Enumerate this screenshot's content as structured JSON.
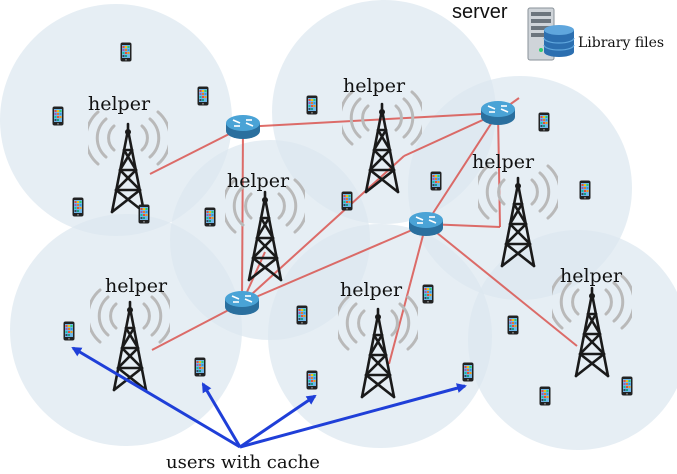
{
  "labels": {
    "server": "server",
    "library": "Library files",
    "users": "users with cache",
    "helper": "helper"
  },
  "colors": {
    "cell": "#dce7f0",
    "link": "#d9534f",
    "arrow": "#1f3fd8",
    "router_top": "#4aa3d6",
    "router_side": "#2a6f9e",
    "tower": "#1a1a1a",
    "signal": "#b9b9b9"
  },
  "icons": {
    "helper": "cell-tower-icon",
    "router": "router-icon",
    "server": "server-icon",
    "library": "database-icon",
    "user": "smartphone-icon"
  },
  "helpers": [
    {
      "id": "h1",
      "label": "helper"
    },
    {
      "id": "h2",
      "label": "helper"
    },
    {
      "id": "h3",
      "label": "helper"
    },
    {
      "id": "h4",
      "label": "helper"
    },
    {
      "id": "h5",
      "label": "helper"
    },
    {
      "id": "h6",
      "label": "helper"
    },
    {
      "id": "h7",
      "label": "helper"
    }
  ],
  "routers": [
    "r1",
    "r2",
    "r3",
    "r4"
  ],
  "links": [
    [
      "h1",
      "r1"
    ],
    [
      "r1",
      "r2"
    ],
    [
      "h3",
      "r2"
    ],
    [
      "r1",
      "r3"
    ],
    [
      "r3",
      "h2"
    ],
    [
      "r3",
      "s"
    ],
    [
      "r3",
      "h4"
    ],
    [
      "r3",
      "r4"
    ],
    [
      "r4",
      "h4"
    ],
    [
      "r4",
      "r2"
    ],
    [
      "r4",
      "h6"
    ],
    [
      "r4",
      "h7"
    ],
    [
      "h2",
      "r2"
    ],
    [
      "h5",
      "r2"
    ]
  ],
  "users_with_cache_count": 4
}
